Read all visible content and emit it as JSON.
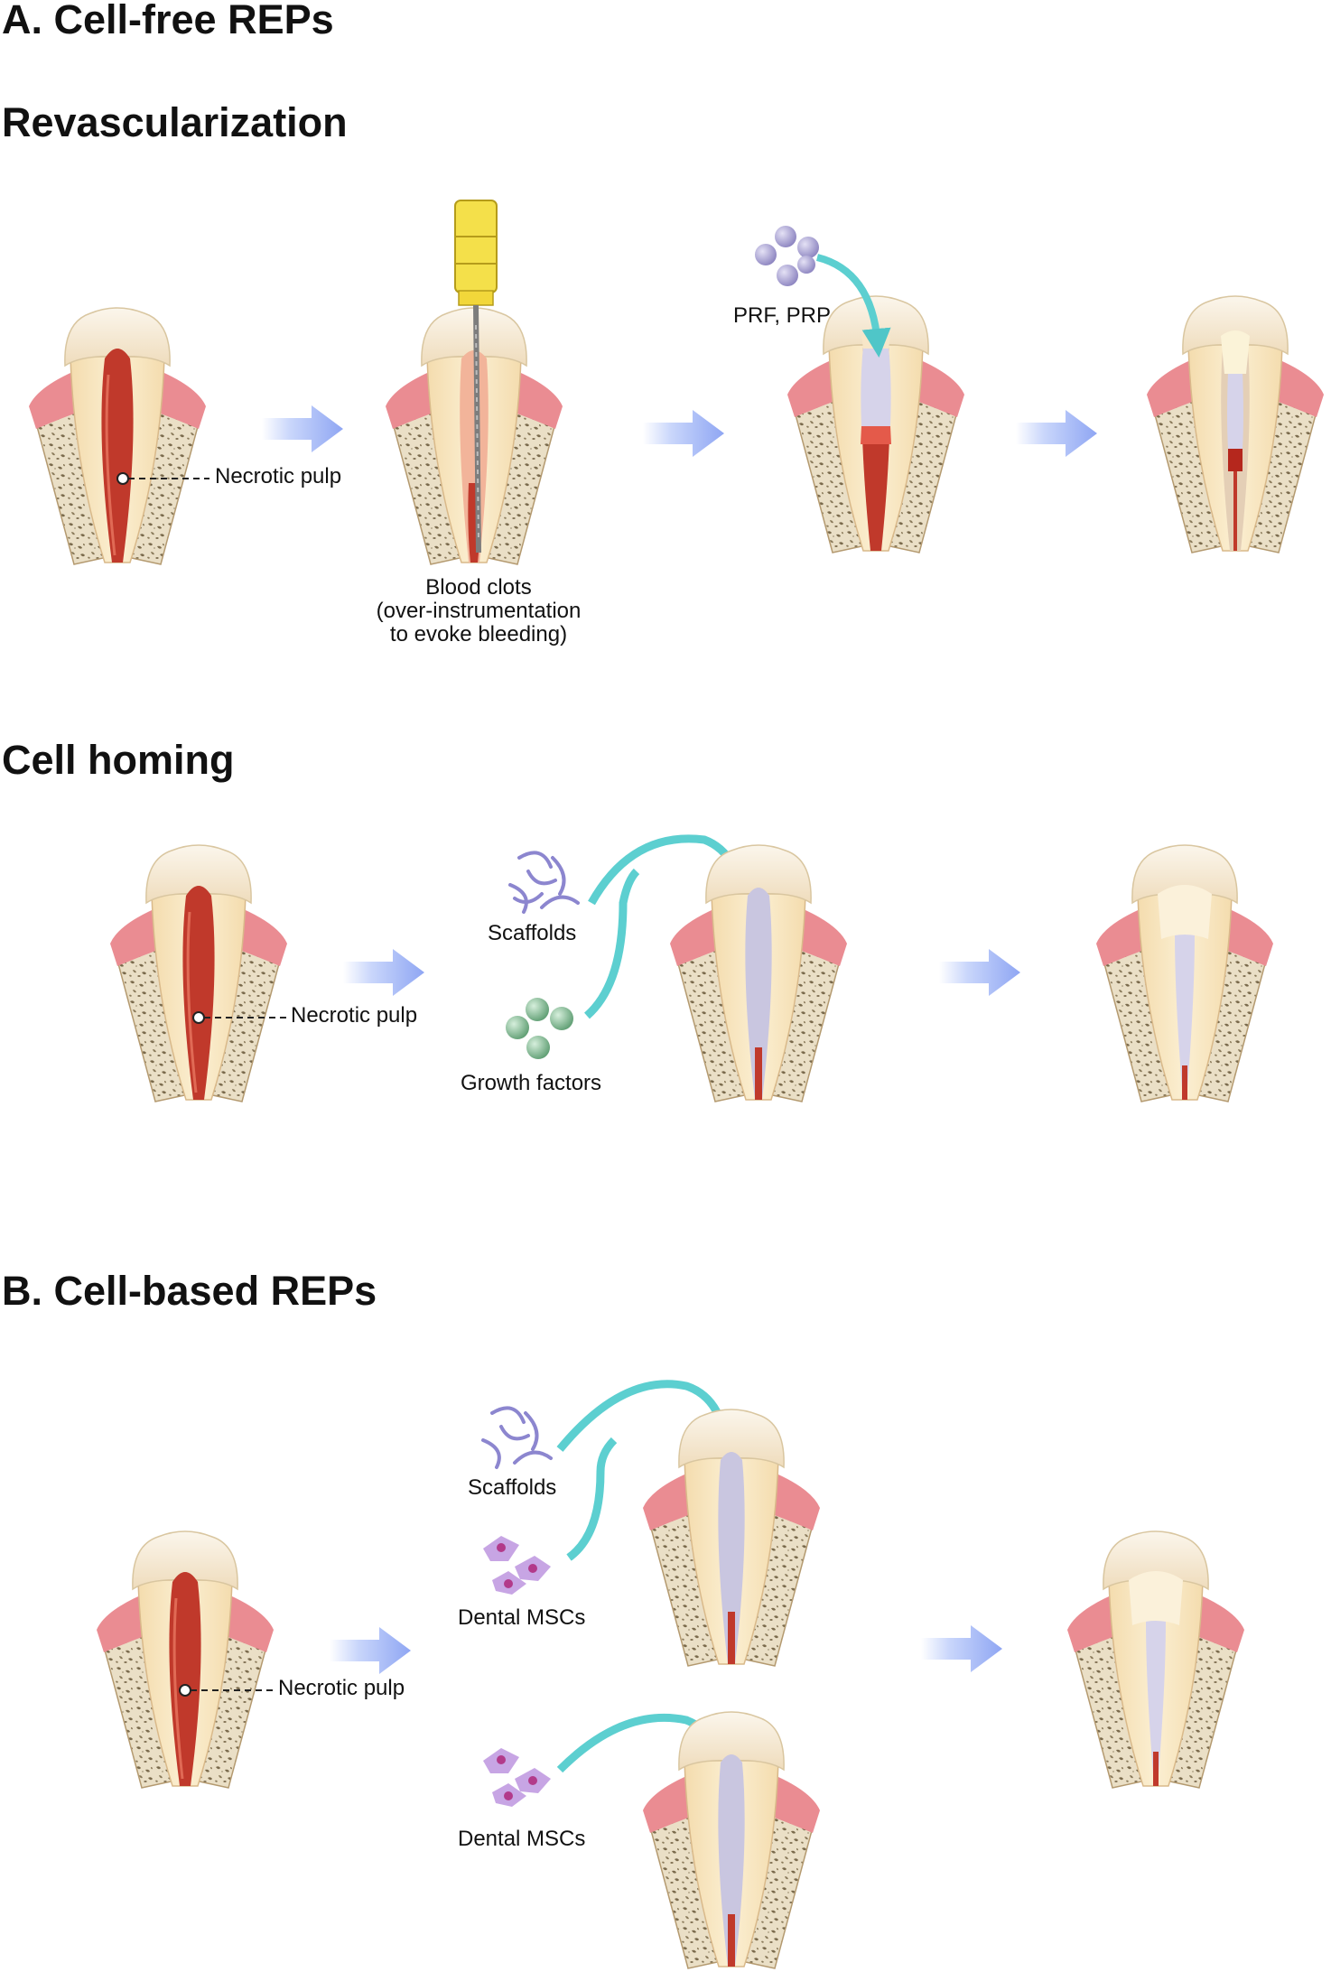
{
  "sections": {
    "a_title": "A. Cell-free REPs",
    "b_title": "B. Cell-based REPs"
  },
  "revascularization": {
    "title": "Revascularization",
    "necrotic_label": "Necrotic pulp",
    "blood_clots_line1": "Blood clots",
    "blood_clots_line2": "(over-instrumentation",
    "blood_clots_line3": "to evoke bleeding)",
    "prf_label": "PRF, PRP"
  },
  "cell_homing": {
    "title": "Cell homing",
    "necrotic_label": "Necrotic pulp",
    "scaffolds_label": "Scaffolds",
    "growth_factors_label": "Growth factors"
  },
  "cell_based": {
    "necrotic_label": "Necrotic pulp",
    "scaffolds_label": "Scaffolds",
    "msc_label_top": "Dental MSCs",
    "msc_label_bottom": "Dental MSCs"
  },
  "colors": {
    "gum": "#e8838a",
    "bone": "#e9dcc0",
    "enamel": "#f6ecd8",
    "necrotic": "#c0392b",
    "regenerated": "#c9c6e0",
    "arrow_blue": "#9fb5f5",
    "curve_teal": "#5ccfd0",
    "sphere_purple": "#9a93c9",
    "sphere_green": "#6aaa80"
  }
}
